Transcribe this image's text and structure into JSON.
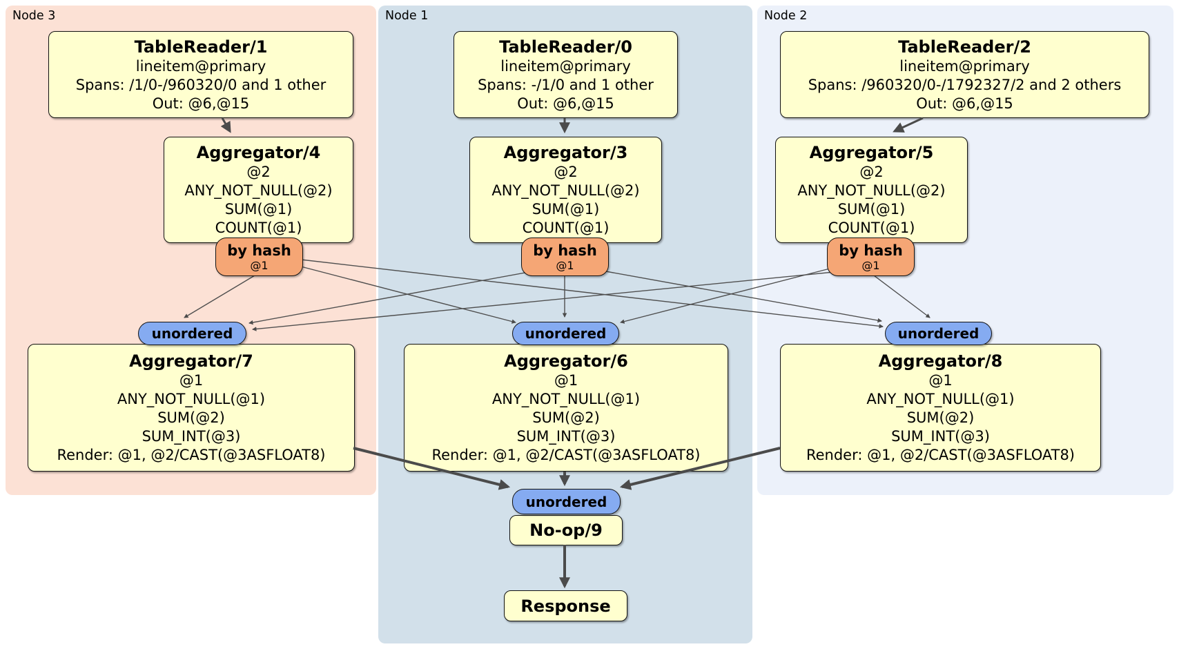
{
  "regions": {
    "node3": {
      "label": "Node 3",
      "color": "#fce1d5"
    },
    "node1": {
      "label": "Node 1",
      "color": "#d2e0ea"
    },
    "node2": {
      "label": "Node 2",
      "color": "#ecf1fa"
    }
  },
  "processors": {
    "tr1": {
      "title": "TableReader/1",
      "lines": [
        "lineitem@primary",
        "Spans: /1/0-/960320/0 and 1 other",
        "Out: @6,@15"
      ]
    },
    "tr0": {
      "title": "TableReader/0",
      "lines": [
        "lineitem@primary",
        "Spans: -/1/0 and 1 other",
        "Out: @6,@15"
      ]
    },
    "tr2": {
      "title": "TableReader/2",
      "lines": [
        "lineitem@primary",
        "Spans: /960320/0-/1792327/2 and 2 others",
        "Out: @6,@15"
      ]
    },
    "agg4": {
      "title": "Aggregator/4",
      "lines": [
        "@2",
        "ANY_NOT_NULL(@2)",
        "SUM(@1)",
        "COUNT(@1)"
      ]
    },
    "agg3": {
      "title": "Aggregator/3",
      "lines": [
        "@2",
        "ANY_NOT_NULL(@2)",
        "SUM(@1)",
        "COUNT(@1)"
      ]
    },
    "agg5": {
      "title": "Aggregator/5",
      "lines": [
        "@2",
        "ANY_NOT_NULL(@2)",
        "SUM(@1)",
        "COUNT(@1)"
      ]
    },
    "agg7": {
      "title": "Aggregator/7",
      "lines": [
        "@1",
        "ANY_NOT_NULL(@1)",
        "SUM(@2)",
        "SUM_INT(@3)",
        "Render: @1, @2/CAST(@3ASFLOAT8)"
      ]
    },
    "agg6": {
      "title": "Aggregator/6",
      "lines": [
        "@1",
        "ANY_NOT_NULL(@1)",
        "SUM(@2)",
        "SUM_INT(@3)",
        "Render: @1, @2/CAST(@3ASFLOAT8)"
      ]
    },
    "agg8": {
      "title": "Aggregator/8",
      "lines": [
        "@1",
        "ANY_NOT_NULL(@1)",
        "SUM(@2)",
        "SUM_INT(@3)",
        "Render: @1, @2/CAST(@3ASFLOAT8)"
      ]
    },
    "noop": {
      "title": "No-op/9"
    },
    "response": {
      "title": "Response"
    }
  },
  "router": {
    "label": "by hash",
    "sub": "@1"
  },
  "sync": {
    "label": "unordered"
  },
  "colors": {
    "box_fill": "#ffffcf",
    "router_fill": "#f5a675",
    "sync_fill": "#85abf1",
    "edge": "#4b4b4b"
  }
}
